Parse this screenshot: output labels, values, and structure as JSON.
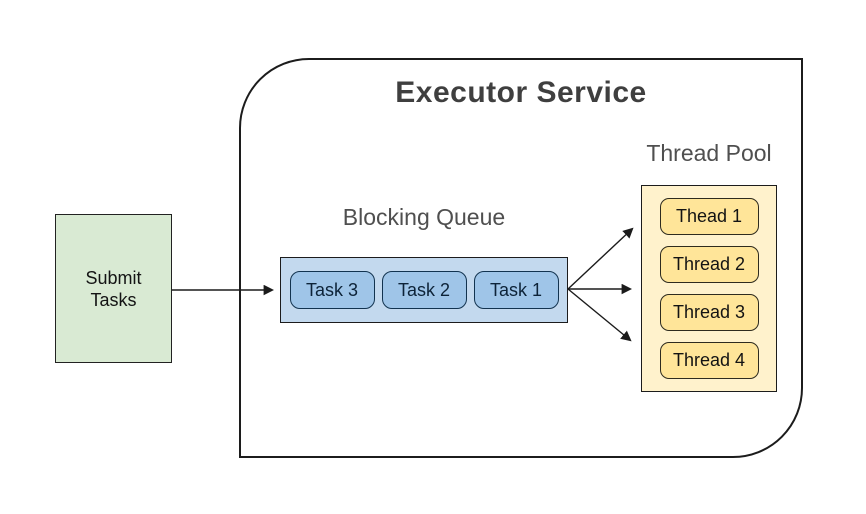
{
  "diagram": {
    "title": "Executor Service",
    "submit": {
      "line1": "Submit",
      "line2": "Tasks"
    },
    "queue": {
      "label": "Blocking Queue",
      "tasks": [
        "Task 3",
        "Task 2",
        "Task 1"
      ]
    },
    "pool": {
      "label": "Thread Pool",
      "threads": [
        "Thead 1",
        "Thread 2",
        "Thread 3",
        "Thread 4"
      ]
    },
    "colors": {
      "submit_fill": "#d9ead3",
      "queue_fill": "#c3d9ee",
      "task_fill": "#9fc5e8",
      "pool_fill": "#fff2cc",
      "thread_fill": "#ffe599",
      "outline": "#1c1c1c",
      "title_text": "#3f3f3f",
      "label_text": "#4f4f4f"
    }
  }
}
